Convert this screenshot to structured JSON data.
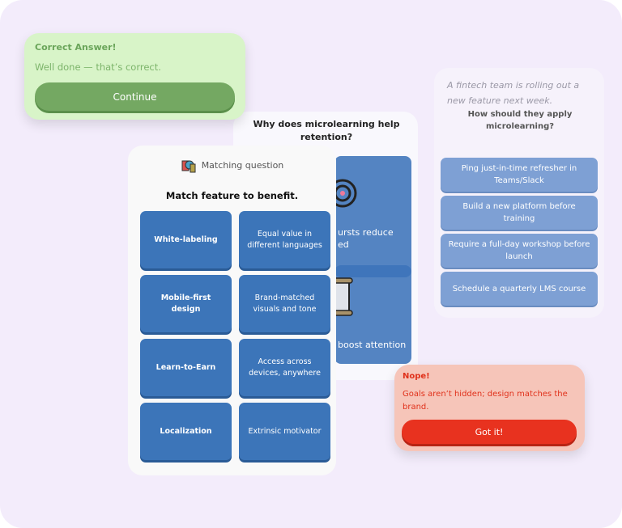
{
  "back_card": {
    "scenario": "A fintech team is rolling out a new feature next week.",
    "question": "How should they apply microlearning?",
    "options": [
      "Ping just-in-time refresher in Teams/Slack",
      "Build a new platform before training",
      "Require a full-day workshop before launch",
      "Schedule a quarterly LMS course"
    ]
  },
  "middle_card": {
    "question": "Why does microlearning help retention?",
    "tile1_fragment": "ursts reduce",
    "tile1_fragment2": "ed",
    "tile2_text": "boost attention",
    "icons": [
      "target-icon",
      "scroll-icon"
    ]
  },
  "matching": {
    "header": "Matching question",
    "title": "Match feature to benefit.",
    "left": [
      "White-labeling",
      "Mobile-first design",
      "Learn-to-Earn",
      "Localization"
    ],
    "right": [
      "Equal value in different languages",
      "Brand-matched visuals and tone",
      "Access across devices, anywhere",
      "Extrinsic motivator"
    ]
  },
  "correct": {
    "title": "Correct Answer!",
    "message": "Well done — that’s correct.",
    "button": "Continue"
  },
  "nope": {
    "title": "Nope!",
    "message": "Goals aren’t hidden; design matches the brand.",
    "button": "Got it!"
  },
  "colors": {
    "tile": "#3c75b9",
    "success": "#74a862",
    "error": "#e8321f",
    "background": "#f3ecfb"
  }
}
